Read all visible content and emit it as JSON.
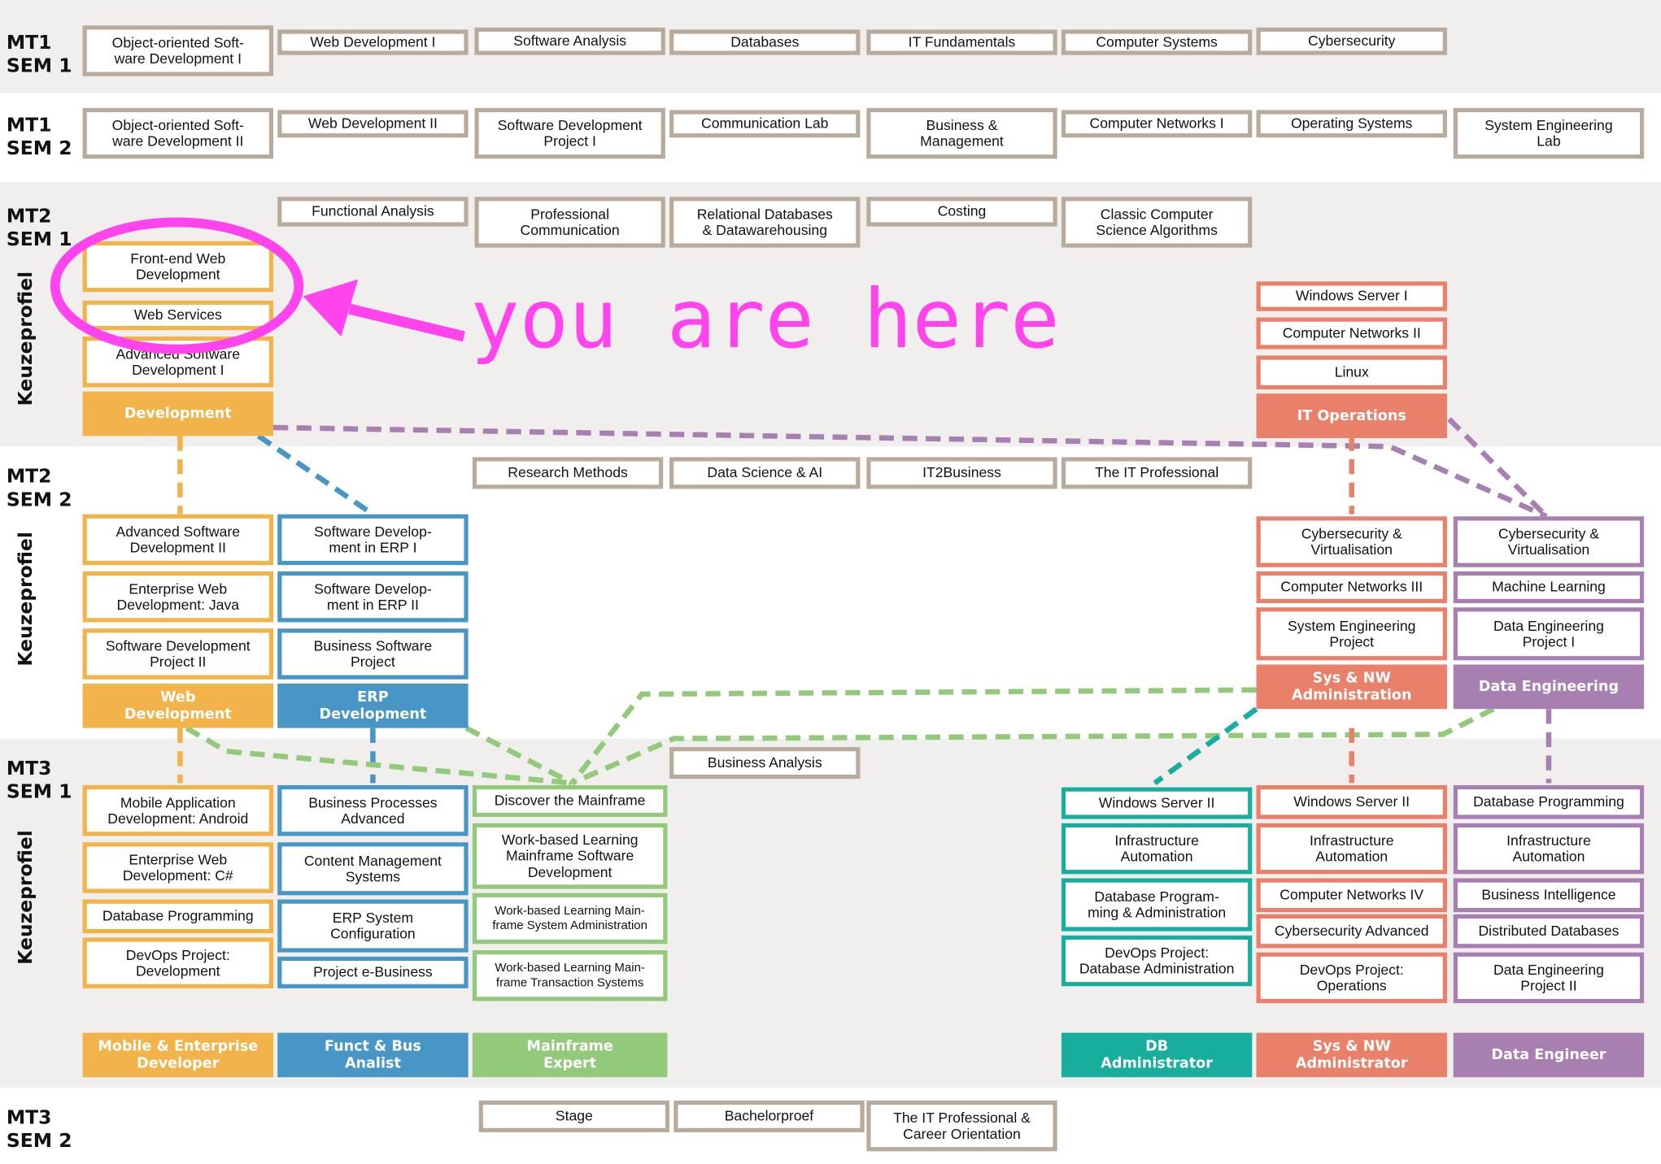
{
  "semesters": [
    {
      "id": "mt1s1",
      "label": "MT1\nSEM 1"
    },
    {
      "id": "mt1s2",
      "label": "MT1\nSEM 2"
    },
    {
      "id": "mt2s1",
      "label": "MT2\nSEM 1"
    },
    {
      "id": "mt2s2",
      "label": "MT2\nSEM 2"
    },
    {
      "id": "mt3s1",
      "label": "MT3\nSEM 1"
    },
    {
      "id": "mt3s2",
      "label": "MT3\nSEM 2"
    }
  ],
  "keuzeprofiel_label": "Keuzeprofiel",
  "annotation": {
    "text": "you are here",
    "color": "#ff44ee"
  },
  "colors": {
    "neutral": "#b9ab9b",
    "development": "#f2b34a",
    "erp": "#4796c6",
    "mainframe": "#93c97b",
    "it_operations": "#e8806a",
    "data_engineering": "#a77fb1",
    "db_admin": "#17ae9e"
  },
  "courses": [
    {
      "id": "c01",
      "label": "Object-oriented Soft-\nware Development I"
    },
    {
      "id": "c02",
      "label": "Web Development I"
    },
    {
      "id": "c03",
      "label": "Software Analysis"
    },
    {
      "id": "c04",
      "label": "Databases"
    },
    {
      "id": "c05",
      "label": "IT Fundamentals"
    },
    {
      "id": "c06",
      "label": "Computer Systems"
    },
    {
      "id": "c07",
      "label": "Cybersecurity"
    },
    {
      "id": "c08",
      "label": "Object-oriented Soft-\nware Development II"
    },
    {
      "id": "c09",
      "label": "Web Development II"
    },
    {
      "id": "c10",
      "label": "Software Development\nProject I"
    },
    {
      "id": "c11",
      "label": "Communication Lab"
    },
    {
      "id": "c12",
      "label": "Business &\nManagement"
    },
    {
      "id": "c13",
      "label": "Computer Networks I"
    },
    {
      "id": "c14",
      "label": "Operating Systems"
    },
    {
      "id": "c15",
      "label": "System Engineering\nLab"
    },
    {
      "id": "c16",
      "label": "Functional Analysis"
    },
    {
      "id": "c17",
      "label": "Professional\nCommunication"
    },
    {
      "id": "c18",
      "label": "Relational Databases\n& Datawarehousing"
    },
    {
      "id": "c19",
      "label": "Costing"
    },
    {
      "id": "c20",
      "label": "Classic Computer\nScience Algorithms"
    },
    {
      "id": "c21",
      "label": "Front-end Web\nDevelopment"
    },
    {
      "id": "c22",
      "label": "Web Services"
    },
    {
      "id": "c23",
      "label": "Advanced Software\nDevelopment I"
    },
    {
      "id": "c24",
      "label": "Windows Server I"
    },
    {
      "id": "c25",
      "label": "Computer Networks II"
    },
    {
      "id": "c26",
      "label": "Linux"
    },
    {
      "id": "c27",
      "label": "Research Methods"
    },
    {
      "id": "c28",
      "label": "Data Science & AI"
    },
    {
      "id": "c29",
      "label": "IT2Business"
    },
    {
      "id": "c30",
      "label": "The IT Professional"
    },
    {
      "id": "c31",
      "label": "Advanced Software\nDevelopment II"
    },
    {
      "id": "c32",
      "label": "Enterprise Web\nDevelopment: Java"
    },
    {
      "id": "c33",
      "label": "Software Development\nProject II"
    },
    {
      "id": "c34",
      "label": "Software Develop-\nment in ERP I"
    },
    {
      "id": "c35",
      "label": "Software Develop-\nment in ERP II"
    },
    {
      "id": "c36",
      "label": "Business Software\nProject"
    },
    {
      "id": "c37",
      "label": "Cybersecurity &\nVirtualisation"
    },
    {
      "id": "c38",
      "label": "Computer Networks III"
    },
    {
      "id": "c39",
      "label": "System Engineering\nProject"
    },
    {
      "id": "c40",
      "label": "Cybersecurity &\nVirtualisation"
    },
    {
      "id": "c41",
      "label": "Machine Learning"
    },
    {
      "id": "c42",
      "label": "Data Engineering\nProject I"
    },
    {
      "id": "c43",
      "label": "Business Analysis"
    },
    {
      "id": "c44",
      "label": "Mobile Application\nDevelopment: Android"
    },
    {
      "id": "c45",
      "label": "Enterprise Web\nDevelopment: C#"
    },
    {
      "id": "c46",
      "label": "Database Programming"
    },
    {
      "id": "c47",
      "label": "DevOps Project:\nDevelopment"
    },
    {
      "id": "c48",
      "label": "Business Processes\nAdvanced"
    },
    {
      "id": "c49",
      "label": "Content Management\nSystems"
    },
    {
      "id": "c50",
      "label": "ERP System\nConfiguration"
    },
    {
      "id": "c51",
      "label": "Project e-Business"
    },
    {
      "id": "c52",
      "label": "Discover the Mainframe"
    },
    {
      "id": "c53",
      "label": "Work-based Learning\nMainframe Software\nDevelopment"
    },
    {
      "id": "c54",
      "label": "Work-based Learning Main-\nframe System Administration"
    },
    {
      "id": "c55",
      "label": "Work-based Learning Main-\nframe Transaction Systems"
    },
    {
      "id": "c56",
      "label": "Windows Server II"
    },
    {
      "id": "c57",
      "label": "Infrastructure\nAutomation"
    },
    {
      "id": "c58",
      "label": "Database Program-\nming & Administration"
    },
    {
      "id": "c59",
      "label": "DevOps Project:\nDatabase Administration"
    },
    {
      "id": "c60",
      "label": "Windows Server II"
    },
    {
      "id": "c61",
      "label": "Infrastructure\nAutomation"
    },
    {
      "id": "c62",
      "label": "Computer Networks IV"
    },
    {
      "id": "c63",
      "label": "Cybersecurity Advanced"
    },
    {
      "id": "c64",
      "label": "DevOps Project:\nOperations"
    },
    {
      "id": "c65",
      "label": "Database Programming"
    },
    {
      "id": "c66",
      "label": "Infrastructure\nAutomation"
    },
    {
      "id": "c67",
      "label": "Business Intelligence"
    },
    {
      "id": "c68",
      "label": "Distributed Databases"
    },
    {
      "id": "c69",
      "label": "Data Engineering\nProject II"
    },
    {
      "id": "c70",
      "label": "Stage"
    },
    {
      "id": "c71",
      "label": "Bachelorproef"
    },
    {
      "id": "c72",
      "label": "The IT Professional &\nCareer Orientation"
    }
  ],
  "tracks": [
    {
      "id": "t1",
      "label": "Development"
    },
    {
      "id": "t2",
      "label": "IT Operations"
    },
    {
      "id": "t3",
      "label": "Web\nDevelopment"
    },
    {
      "id": "t4",
      "label": "ERP\nDevelopment"
    },
    {
      "id": "t5",
      "label": "Sys & NW\nAdministration"
    },
    {
      "id": "t6",
      "label": "Data Engineering"
    }
  ],
  "outcomes": [
    {
      "id": "o1",
      "label": "Mobile & Enterprise\nDeveloper"
    },
    {
      "id": "o2",
      "label": "Funct & Bus\nAnalist"
    },
    {
      "id": "o3",
      "label": "Mainframe\nExpert"
    },
    {
      "id": "o4",
      "label": "DB\nAdministrator"
    },
    {
      "id": "o5",
      "label": "Sys & NW\nAdministrator"
    },
    {
      "id": "o6",
      "label": "Data Engineer"
    }
  ]
}
